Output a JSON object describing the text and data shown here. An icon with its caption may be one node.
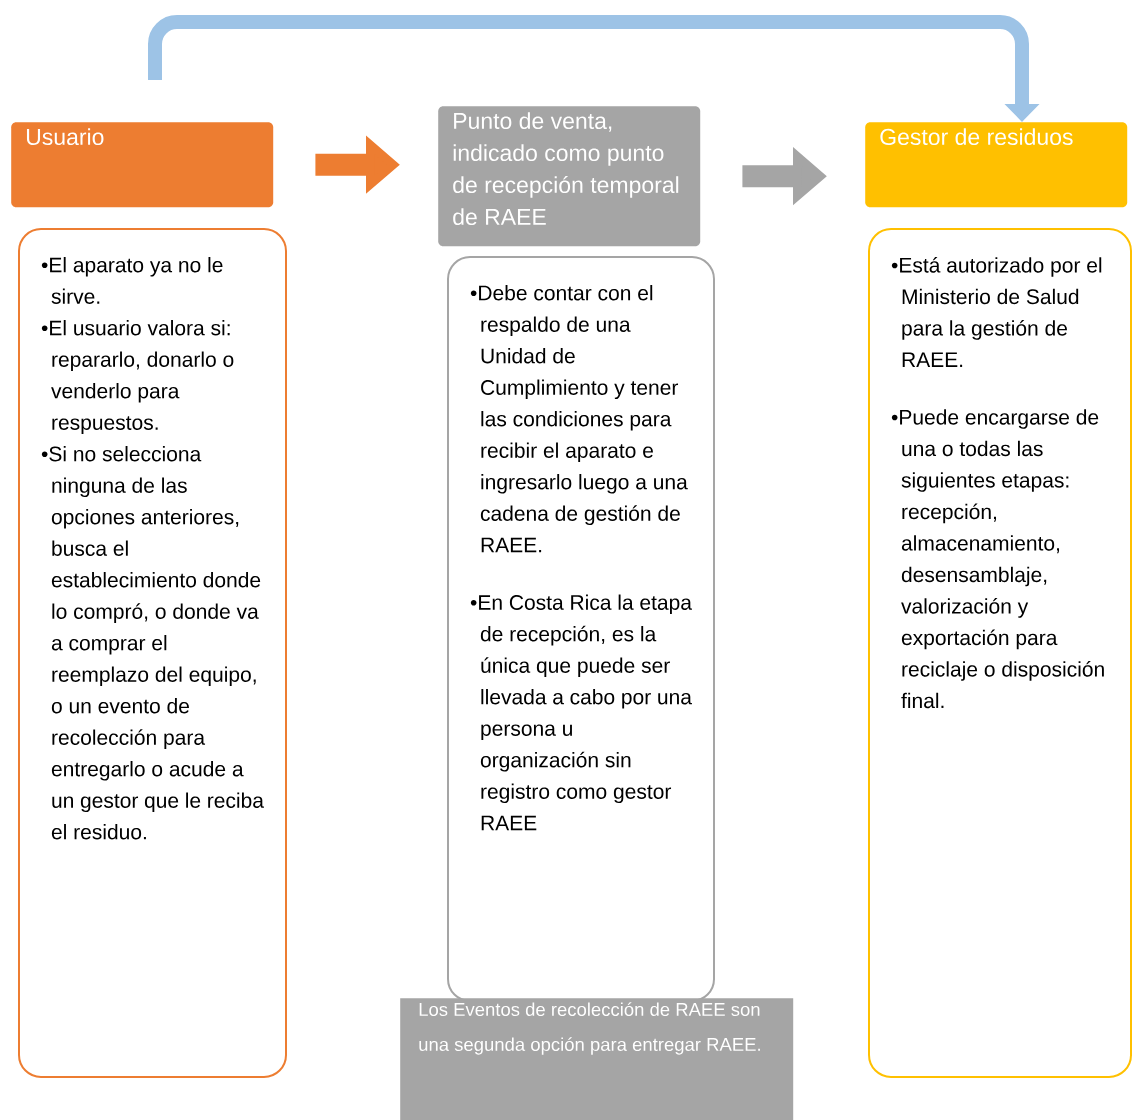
{
  "diagram": {
    "nodes": [
      {
        "text": [
          "Usuario"
        ]
      },
      {
        "text": [
          "•El aparato ya no le sirve.",
          "•El usuario valora si: repararlo, donarlo o venderlo para respuestos.",
          "•Si no selecciona ninguna de las opciones anteriores, busca el establecimiento donde lo compró, o donde va a comprar el reemplazo del equipo, o un evento de recolección para entregarlo o acude a un gestor que le reciba el residuo."
        ]
      },
      {
        "text": [
          "Punto de venta, indicado como punto de recepción temporal de RAEE"
        ]
      },
      {
        "text": [
          "•Debe contar con el respaldo de una Unidad de Cumplimiento y tener las condiciones para recibir el aparato e ingresarlo luego a una cadena de gestión de RAEE.",
          "•En Costa Rica la etapa de recepción, es la única que puede ser llevada a cabo por una persona u organización sin registro como gestor RAEE"
        ]
      },
      {
        "text": [
          "Gestor de residuos"
        ]
      },
      {
        "text": [
          "•Está autorizado por el Ministerio de Salud para la gestión de RAEE.",
          "•Puede encargarse de una o todas las siguientes etapas: recepción, almacenamiento, desensamblaje, valorización y exportación para reciclaje o disposición final."
        ]
      },
      {
        "text": [
          "Los Eventos de recolección de RAEE son una segunda opción para entregar RAEE."
        ]
      }
    ],
    "edges": [
      {
        "from": 0,
        "to": 2,
        "arrow": "to",
        "color": "#ed7d31"
      },
      {
        "from": 2,
        "to": 4,
        "arrow": "to",
        "color": "#a5a5a5"
      },
      {
        "from": 0,
        "to": 4,
        "arrow": "to",
        "color": "#9dc3e6"
      }
    ]
  }
}
